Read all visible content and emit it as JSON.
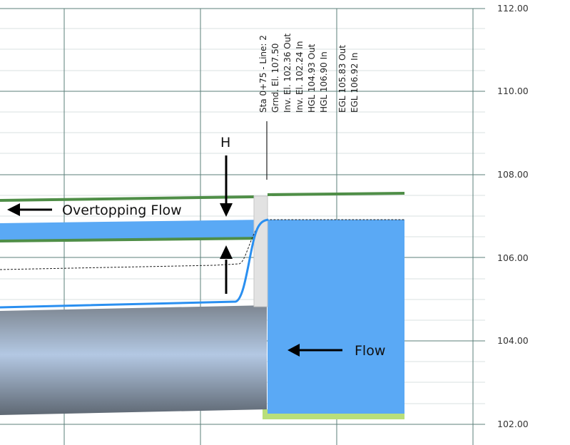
{
  "profile": {
    "y_axis": {
      "ticks": [
        "112.00",
        "110.00",
        "108.00",
        "106.00",
        "104.00",
        "102.00"
      ]
    },
    "station_note": [
      "Sta 0+75 - Line: 2",
      "Grnd. El. 107.50",
      "Inv. El. 102.36 Out",
      "Inv. El. 102.24 In",
      "HGL 104.93 Out",
      "HGL 106.90 In",
      "EGL 105.83 Out",
      "EGL 106.92 In"
    ],
    "annotations": {
      "head": "H",
      "overtopping": "Overtopping Flow",
      "flow": "Flow"
    }
  },
  "colors": {
    "grid": "#5b7f7a",
    "ground": "#4f8e47",
    "water": "#5aa9f5",
    "hgl": "#2a8ff0",
    "pipe_dark": "#7a838e",
    "pipe_light": "#b0c6e2",
    "structure": "#e2e2e2",
    "sump": "#b9df7a"
  }
}
